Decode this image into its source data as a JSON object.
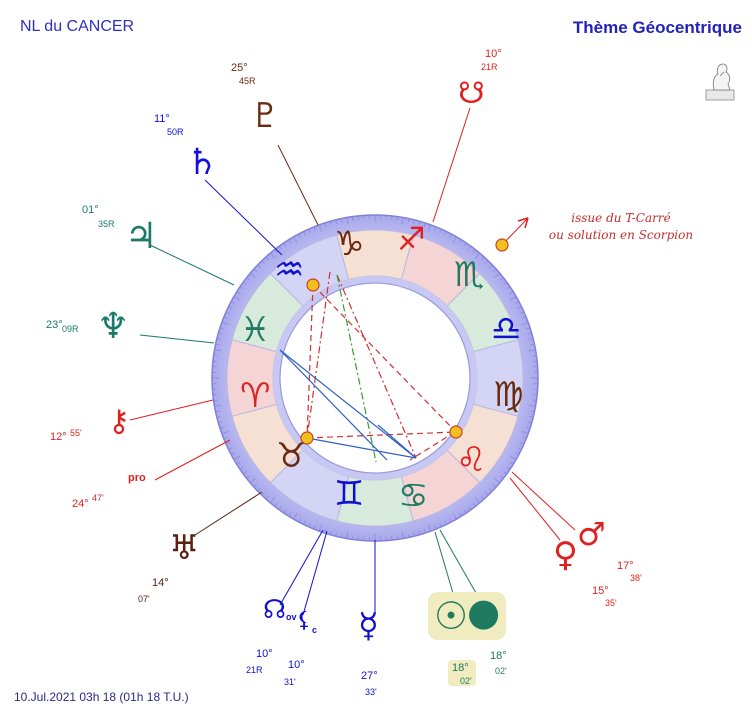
{
  "header": {
    "title_left": "NL du CANCER",
    "title_right": "Thème Géocentrique"
  },
  "footer": {
    "datetime": "10.Jul.2021 03h 18 (01h 18 T.U.)"
  },
  "note": {
    "line1": "issue du T-Carré",
    "line2": "ou solution en Scorpion"
  },
  "planets": {
    "pluto": {
      "deg": "25°",
      "min": "45R"
    },
    "saturn": {
      "deg": "11°",
      "min": "50R"
    },
    "jupiter": {
      "deg": "01°",
      "min": "35R"
    },
    "neptune": {
      "deg": "23°",
      "min": "09R"
    },
    "chiron": {
      "deg": "12°",
      "min": "55'"
    },
    "pro": {
      "label": "pro",
      "deg": "24°",
      "min": "47'"
    },
    "uranus": {
      "deg": "14°",
      "min": "07'"
    },
    "node": {
      "deg": "10°",
      "min": "21R",
      "suffix": "ov"
    },
    "lilith": {
      "deg": "10°",
      "min": "31'",
      "suffix": "c"
    },
    "mercury": {
      "deg": "27°",
      "min": "33'"
    },
    "sun": {
      "deg": "18°",
      "min": "02'"
    },
    "moon": {
      "deg": "18°",
      "min": "02'"
    },
    "venus": {
      "deg": "17°",
      "min": "38'"
    },
    "mars": {
      "deg": "15°",
      "min": "35'"
    },
    "north_node_top": {
      "deg": "10°",
      "min": "21R"
    }
  },
  "colors": {
    "pluto": "#6a2a10",
    "saturn": "#1010e0",
    "jupiter": "#1a7a6a",
    "neptune": "#1a7a6a",
    "red": "#e02020",
    "uranus": "#5a2010",
    "blue": "#1010d0",
    "green": "#207a60",
    "ring_blue": "#9898e8",
    "aspect_red": "#d03030",
    "aspect_blue": "#3060c0",
    "aspect_green": "#30a030",
    "highlight": "#f0ecc0"
  },
  "icons": {
    "logo": "thinker-statue-icon"
  }
}
